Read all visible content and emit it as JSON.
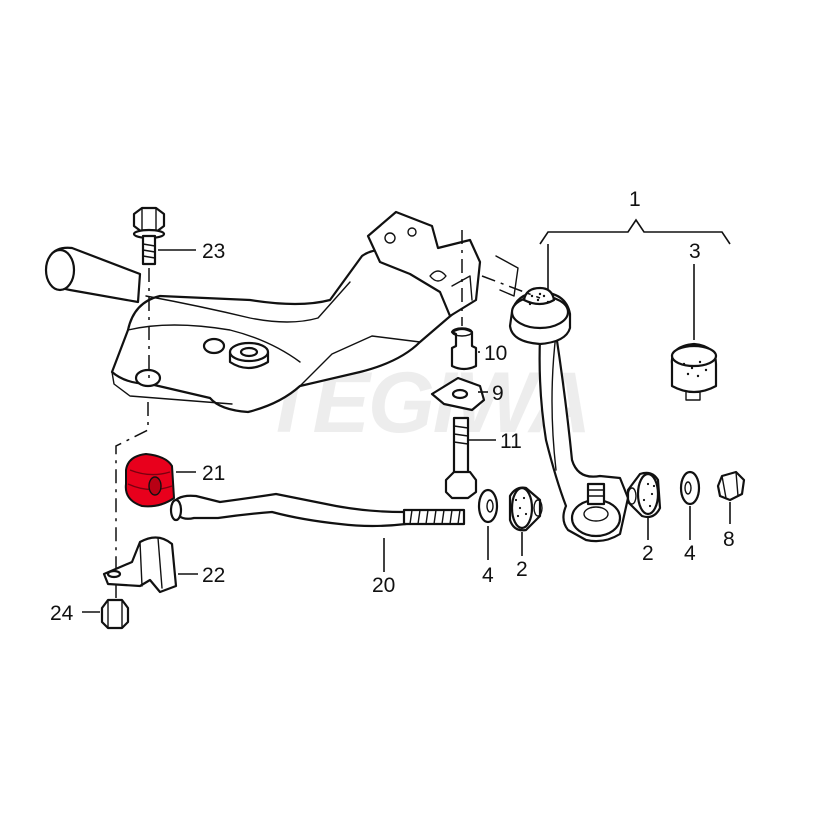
{
  "watermark": "TEGIWA",
  "colors": {
    "line": "#111111",
    "highlight": "#e8001c",
    "background": "#ffffff"
  },
  "labels": {
    "part_1": "1",
    "part_2_a": "2",
    "part_2_b": "2",
    "part_3": "3",
    "part_4_a": "4",
    "part_4_b": "4",
    "part_8": "8",
    "part_9": "9",
    "part_10": "10",
    "part_11": "11",
    "part_20": "20",
    "part_21": "21",
    "part_22": "22",
    "part_23": "23",
    "part_24": "24"
  }
}
